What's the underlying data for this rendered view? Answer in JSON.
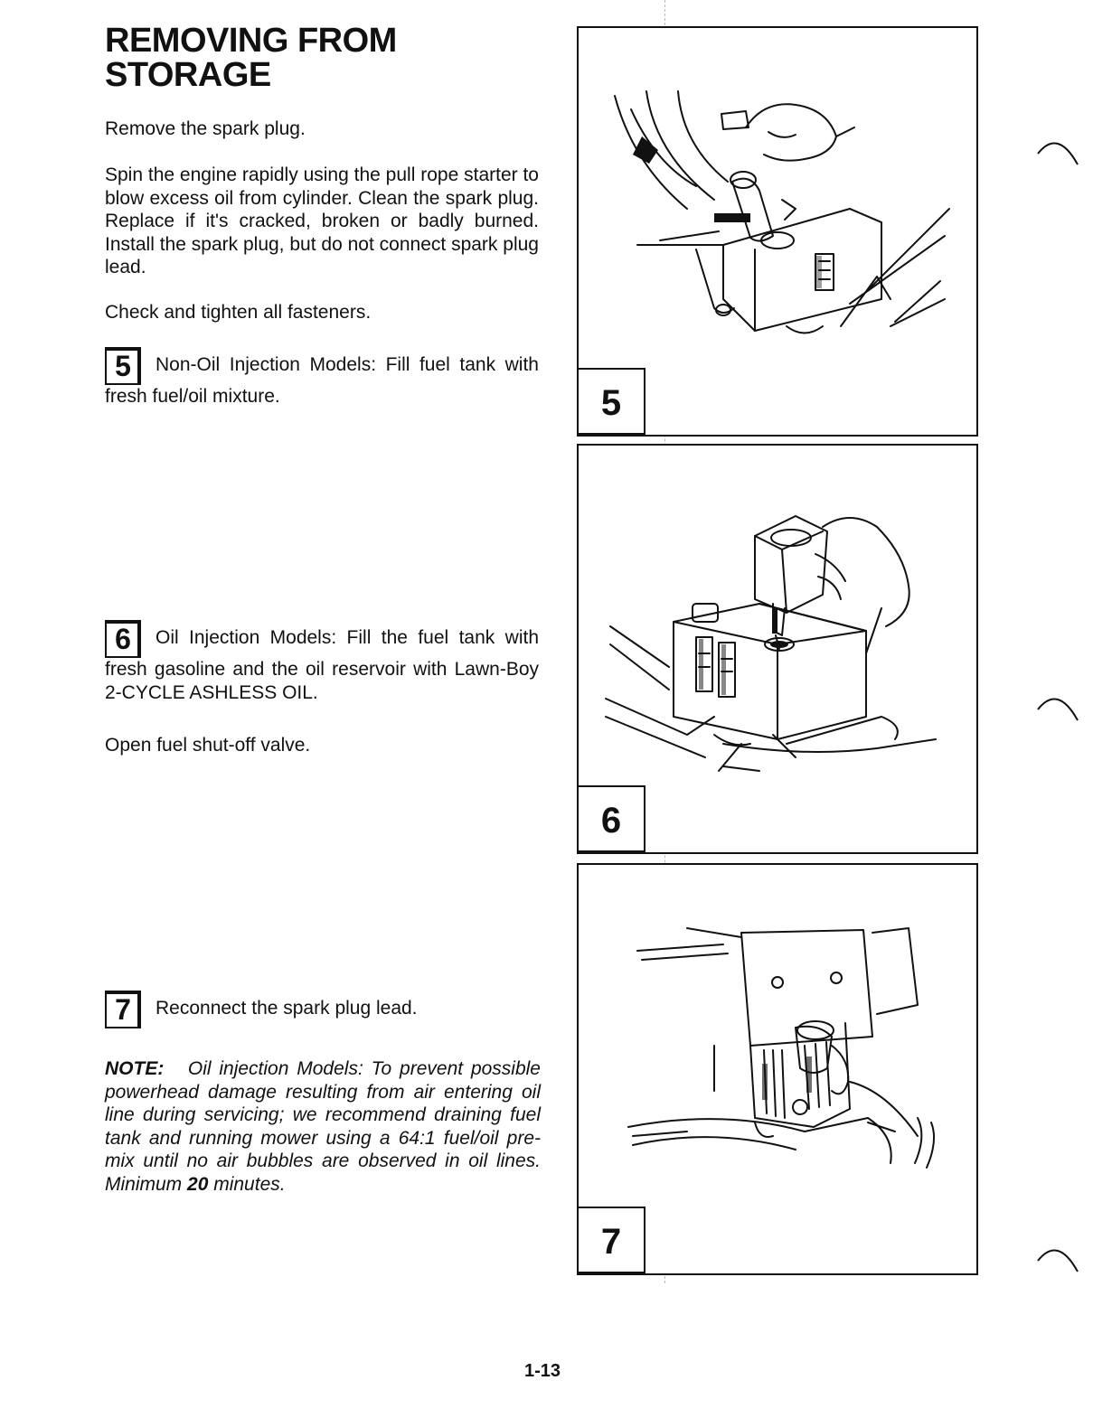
{
  "title": "REMOVING FROM STORAGE",
  "paragraphs": {
    "p1": "Remove the spark plug.",
    "p2": "Spin the engine rapidly using the pull rope starter to blow excess oil from cylinder. Clean the spark plug. Replace if it's cracked, broken or badly burned. Install the spark plug, but do not connect spark plug lead.",
    "p3": "Check and tighten all fasteners.",
    "p4": "Open fuel shut-off valve."
  },
  "steps": [
    {
      "num": "5",
      "text": "Non-Oil Injection Models: Fill fuel tank with fresh fuel/oil mixture."
    },
    {
      "num": "6",
      "text": "Oil Injection Models: Fill the fuel tank with fresh gasoline and the oil reservoir with Lawn-Boy 2-CYCLE ASHLESS OIL."
    },
    {
      "num": "7",
      "text": "Reconnect the spark plug lead."
    }
  ],
  "note": {
    "label": "NOTE:",
    "text": "Oil injection Models: To prevent possible powerhead damage resulting from air entering oil line during servicing; we recommend draining fuel tank and running mower using a 64:1 fuel/oil pre-mix until no air bubbles are observed in oil lines. Minimum",
    "emphasis": "20",
    "tail": "minutes."
  },
  "figures": [
    {
      "num": "5"
    },
    {
      "num": "6"
    },
    {
      "num": "7"
    }
  ],
  "page_number": "1-13"
}
